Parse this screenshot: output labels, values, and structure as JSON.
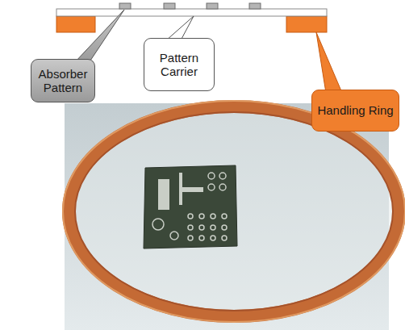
{
  "diagram": {
    "nodes": [
      {
        "text": [
          "Absorber Pattern"
        ]
      },
      {
        "text": [
          "Pattern Carrier"
        ]
      },
      {
        "text": [
          "Handling Ring"
        ]
      }
    ]
  }
}
